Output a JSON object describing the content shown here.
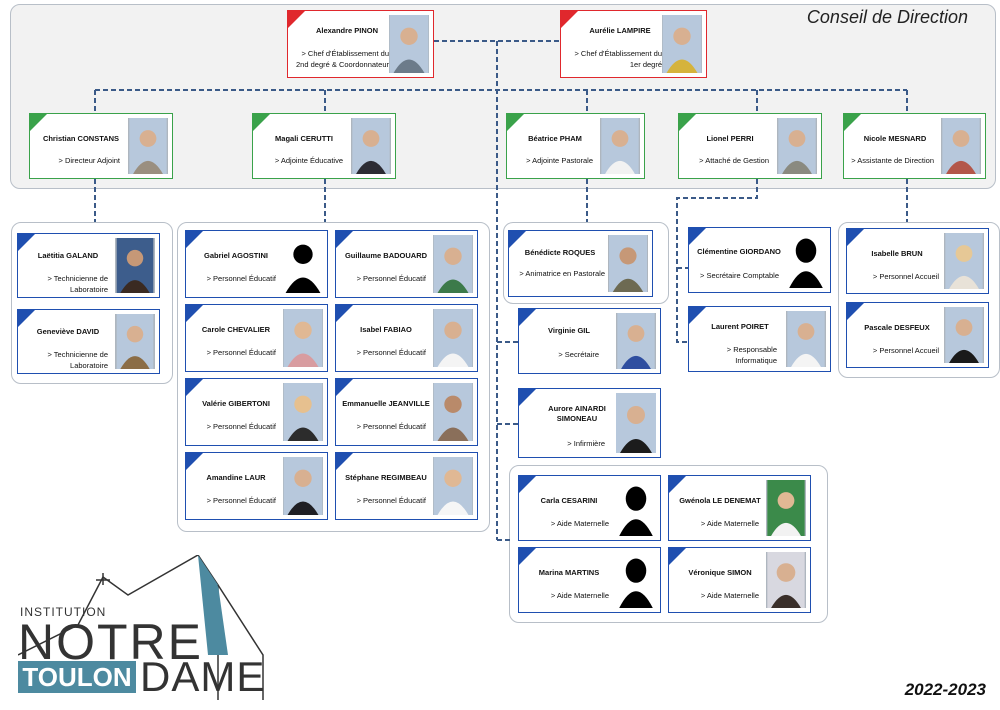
{
  "header": {
    "title": "Conseil de Direction",
    "year": "2022-2023"
  },
  "direction": [
    {
      "name": "Alexandre PINON",
      "role": "> Chef d'Établissement du 2nd degré & Coordonnateur"
    },
    {
      "name": "Aurélie LAMPIRE",
      "role": "> Chef d'Établissement du 1er degré"
    }
  ],
  "council": [
    {
      "name": "Christian CONSTANS",
      "role": "> Directeur Adjoint"
    },
    {
      "name": "Magali CERUTTI",
      "role": "> Adjointe Éducative"
    },
    {
      "name": "Béatrice PHAM",
      "role": "> Adjointe Pastorale"
    },
    {
      "name": "Lionel PERRI",
      "role": "> Attaché de Gestion"
    },
    {
      "name": "Nicole MESNARD",
      "role": "> Assistante de Direction"
    }
  ],
  "lab": [
    {
      "name": "Laëtitia GALAND",
      "role": "> Technicienne de Laboratoire"
    },
    {
      "name": "Geneviève DAVID",
      "role": "> Technicienne de Laboratoire"
    }
  ],
  "education": [
    {
      "name": "Gabriel AGOSTINI",
      "role": "> Personnel Éducatif"
    },
    {
      "name": "Guillaume BADOUARD",
      "role": "> Personnel Éducatif"
    },
    {
      "name": "Carole CHEVALIER",
      "role": "> Personnel Éducatif"
    },
    {
      "name": "Isabel FABIAO",
      "role": "> Personnel Éducatif"
    },
    {
      "name": "Valérie GIBERTONI",
      "role": "> Personnel Éducatif"
    },
    {
      "name": "Emmanuelle JEANVILLE",
      "role": "> Personnel Éducatif"
    },
    {
      "name": "Amandine LAUR",
      "role": "> Personnel Éducatif"
    },
    {
      "name": "Stéphane REGIMBEAU",
      "role": "> Personnel Éducatif"
    }
  ],
  "pastoral": [
    {
      "name": "Bénédicte ROQUES",
      "role": "> Animatrice en Pastorale"
    }
  ],
  "primary": [
    {
      "name": "Virginie GIL",
      "role": "> Secrétaire"
    },
    {
      "name": "Aurore AINARDI SIMONEAU",
      "role": "> Infirmière"
    }
  ],
  "maternelle": [
    {
      "name": "Carla CESARINI",
      "role": "> Aide Maternelle"
    },
    {
      "name": "Gwénola LE DENEMAT",
      "role": "> Aide Maternelle"
    },
    {
      "name": "Marina MARTINS",
      "role": "> Aide Maternelle"
    },
    {
      "name": "Véronique SIMON",
      "role": "> Aide Maternelle"
    }
  ],
  "management": [
    {
      "name": "Clémentine GIORDANO",
      "role": "> Secrétaire Comptable"
    },
    {
      "name": "Laurent POIRET",
      "role": "> Responsable Informatique"
    }
  ],
  "reception": [
    {
      "name": "Isabelle BRUN",
      "role": "> Personnel Accueil"
    },
    {
      "name": "Pascale DESFEUX",
      "role": "> Personnel Accueil"
    }
  ],
  "logo": {
    "line1": "INSTITUTION",
    "line2": "NOTRE",
    "line3": "TOULON",
    "line4": "DAME"
  },
  "colors": {
    "direction": "#e0282d",
    "council": "#3aa24a",
    "staff": "#1f4fb0",
    "connector": "#3b5a88"
  }
}
